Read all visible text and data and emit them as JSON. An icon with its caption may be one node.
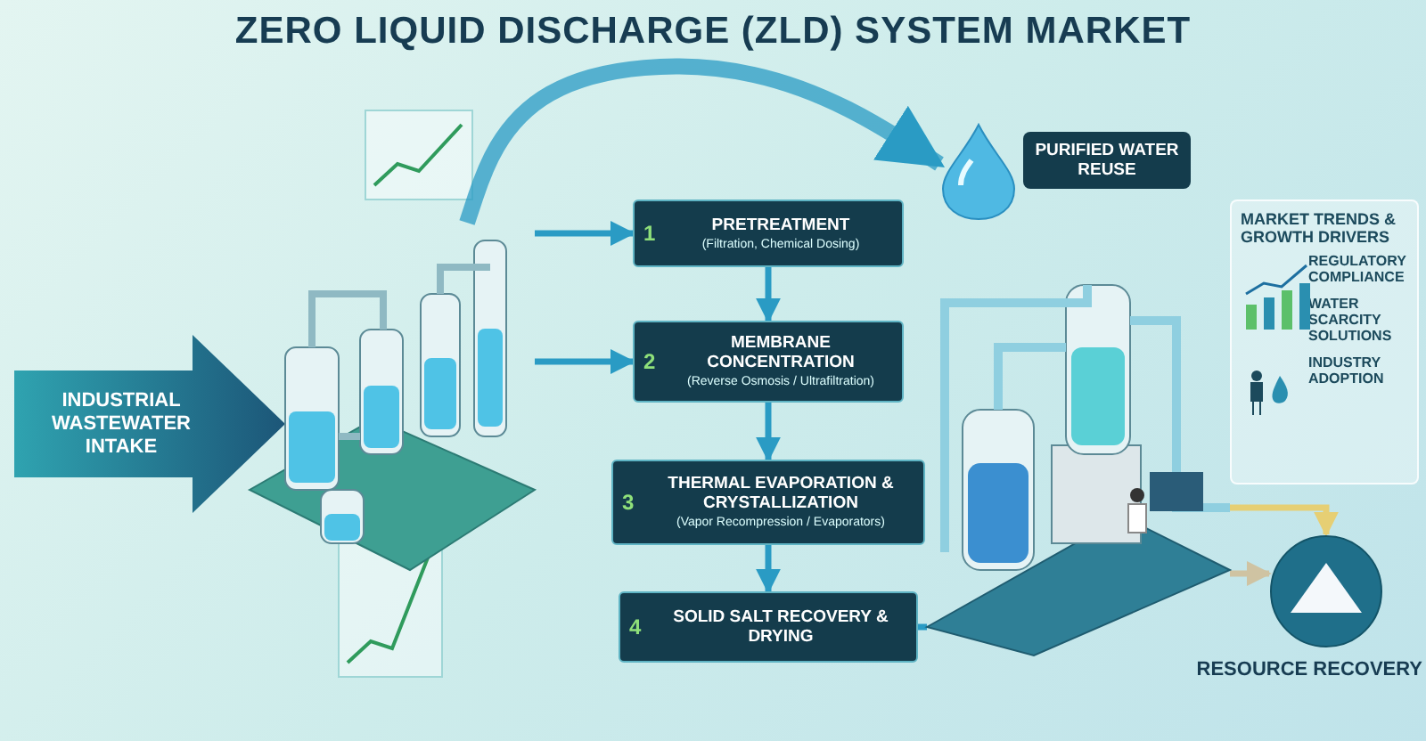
{
  "diagram": {
    "title": "ZERO LIQUID DISCHARGE (ZLD) SYSTEM MARKET",
    "nodes": [
      {
        "text": [
          "INDUSTRIAL WASTEWATER INTAKE"
        ]
      },
      {
        "text": [],
        "shape": "picture"
      },
      {
        "text": [
          "1",
          "PRETREATMENT",
          "(Filtration, Chemical Dosing)"
        ]
      },
      {
        "text": [
          "2",
          "MEMBRANE CONCENTRATION",
          "(Reverse Osmosis / Ultrafiltration)"
        ]
      },
      {
        "text": [
          "3",
          "THERMAL EVAPORATION & CRYSTALLIZATION",
          "(Vapor Recompression / Evaporators)"
        ]
      },
      {
        "text": [
          "4",
          "SOLID SALT RECOVERY & DRYING"
        ]
      },
      {
        "text": [],
        "shape": "picture"
      },
      {
        "text": [
          "PURIFIED WATER REUSE"
        ]
      },
      {
        "text": [],
        "shape": "picture"
      },
      {
        "text": [
          "MARKET TRENDS & GROWTH DRIVERS",
          "REGULATORY COMPLIANCE",
          "WATER SCARCITY SOLUTIONS",
          "INDUSTRY ADOPTION"
        ]
      },
      {
        "text": [
          "RESOURCE RECOVERY"
        ]
      }
    ],
    "edges": [
      {
        "from": 1,
        "to": 2,
        "arrow": "to"
      },
      {
        "from": 1,
        "to": 3,
        "arrow": "to"
      },
      {
        "from": 2,
        "to": 3,
        "arrow": "to"
      },
      {
        "from": 3,
        "to": 4,
        "arrow": "to"
      },
      {
        "from": 4,
        "to": 5,
        "arrow": "to"
      },
      {
        "from": 5,
        "to": 8,
        "arrow": "none"
      },
      {
        "from": 1,
        "to": 6,
        "arrow": "to",
        "style": "thick"
      },
      {
        "from": 8,
        "to": 10,
        "arrow": "to",
        "color": "#e6cf74"
      },
      {
        "from": 8,
        "to": 10,
        "arrow": "to",
        "color": "#cfc3a2"
      }
    ]
  }
}
